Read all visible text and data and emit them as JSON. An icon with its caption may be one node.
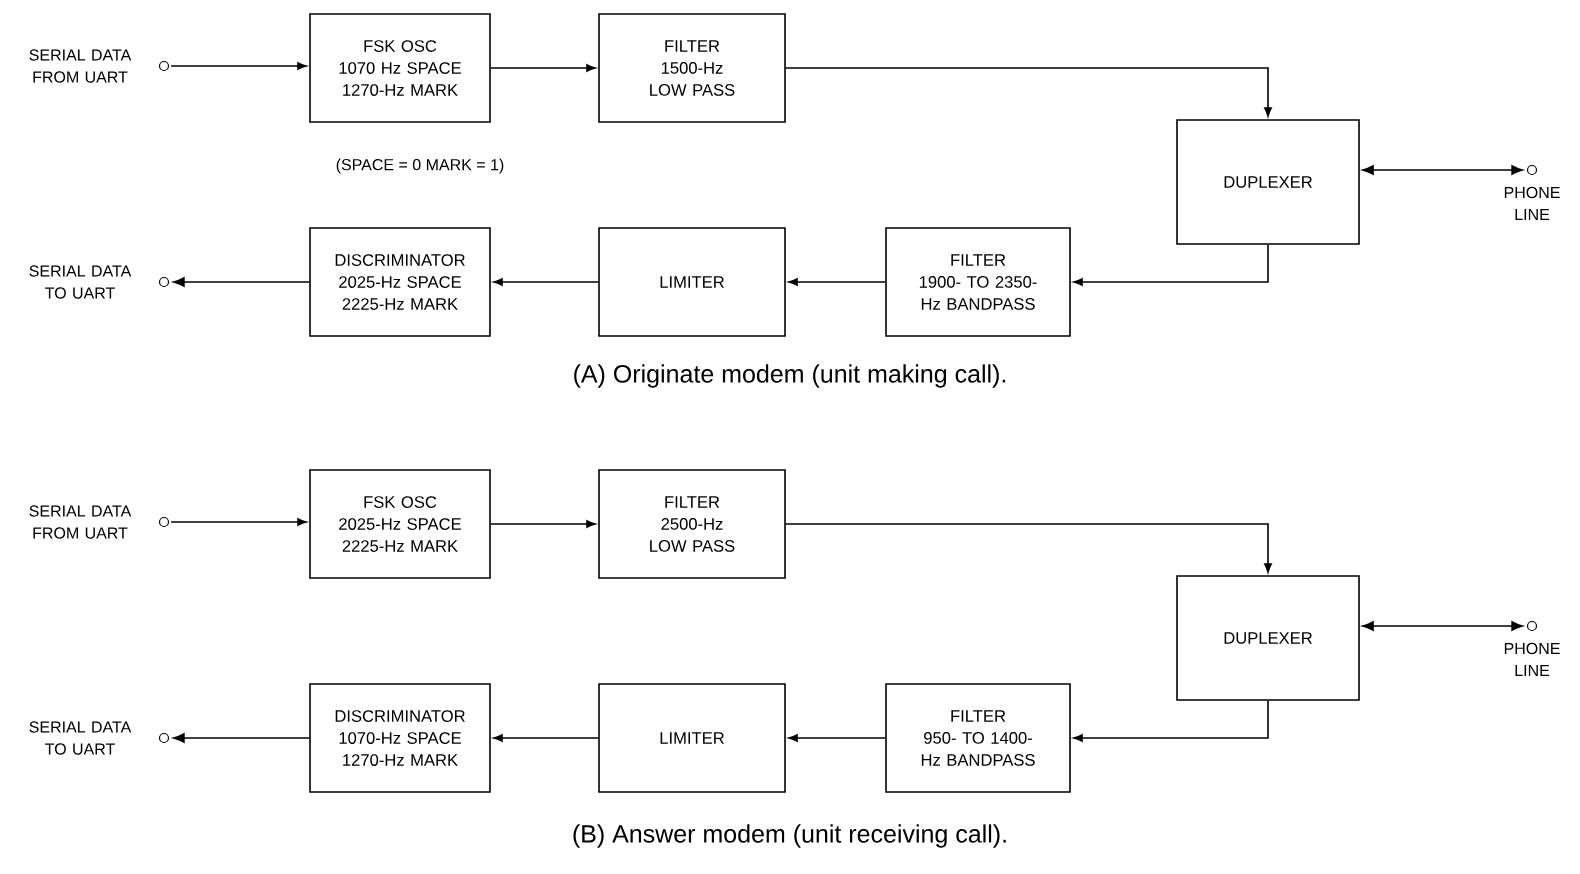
{
  "diagram": {
    "nodes": [
      {
        "text": [],
        "shape": "circle",
        "beside": [
          "SERIAL DATA FROM UART"
        ]
      },
      {
        "text": [
          "FSK OSC",
          "1070 Hz SPACE 1270-Hz MARK"
        ]
      },
      {
        "text": [
          "FILTER",
          "1500-Hz LOW PASS"
        ]
      },
      {
        "text": [
          "DUPLEXER"
        ]
      },
      {
        "text": [],
        "shape": "circle",
        "beside": [
          "PHONE LINE"
        ]
      },
      {
        "text": [
          "FILTER",
          "1900- TO 2350-Hz BANDPASS"
        ]
      },
      {
        "text": [
          "LIMITER"
        ]
      },
      {
        "text": [
          "DISCRIMINATOR",
          "2025-Hz SPACE 2225-Hz MARK"
        ]
      },
      {
        "text": [],
        "shape": "circle",
        "beside": [
          "SERIAL DATA TO UART"
        ]
      },
      {
        "text": [],
        "shape": "circle",
        "beside": [
          "SERIAL DATA FROM UART"
        ]
      },
      {
        "text": [
          "FSK OSC",
          "2025-Hz SPACE 2225-Hz MARK"
        ]
      },
      {
        "text": [
          "FILTER",
          "2500-Hz LOW PASS"
        ]
      },
      {
        "text": [
          "DUPLEXER"
        ]
      },
      {
        "text": [],
        "shape": "circle",
        "beside": [
          "PHONE LINE"
        ]
      },
      {
        "text": [
          "FILTER",
          "950- TO 1400-Hz BANDPASS"
        ]
      },
      {
        "text": [
          "LIMITER"
        ]
      },
      {
        "text": [
          "DISCRIMINATOR",
          "1070-Hz SPACE 1270-Hz MARK"
        ]
      },
      {
        "text": [],
        "shape": "circle",
        "beside": [
          "SERIAL DATA TO UART"
        ]
      }
    ],
    "edges": [
      {
        "from": 0,
        "to": 1,
        "arrow": "to"
      },
      {
        "from": 1,
        "to": 2,
        "arrow": "to"
      },
      {
        "from": 2,
        "to": 3,
        "arrow": "to"
      },
      {
        "from": 3,
        "to": 4,
        "arrow": "both"
      },
      {
        "from": 3,
        "to": 5,
        "arrow": "to"
      },
      {
        "from": 5,
        "to": 6,
        "arrow": "to"
      },
      {
        "from": 6,
        "to": 7,
        "arrow": "to"
      },
      {
        "from": 7,
        "to": 8,
        "arrow": "to"
      },
      {
        "from": 9,
        "to": 10,
        "arrow": "to"
      },
      {
        "from": 10,
        "to": 11,
        "arrow": "to"
      },
      {
        "from": 11,
        "to": 12,
        "arrow": "to"
      },
      {
        "from": 12,
        "to": 13,
        "arrow": "both"
      },
      {
        "from": 12,
        "to": 14,
        "arrow": "to"
      },
      {
        "from": 14,
        "to": 15,
        "arrow": "to"
      },
      {
        "from": 15,
        "to": 16,
        "arrow": "to"
      },
      {
        "from": 16,
        "to": 17,
        "arrow": "to"
      }
    ],
    "labels": [
      "(SPACE = 0 MARK = 1)",
      "(A) Originate modem (unit making call).",
      "(B) Answer modem (unit receiving call)."
    ]
  }
}
